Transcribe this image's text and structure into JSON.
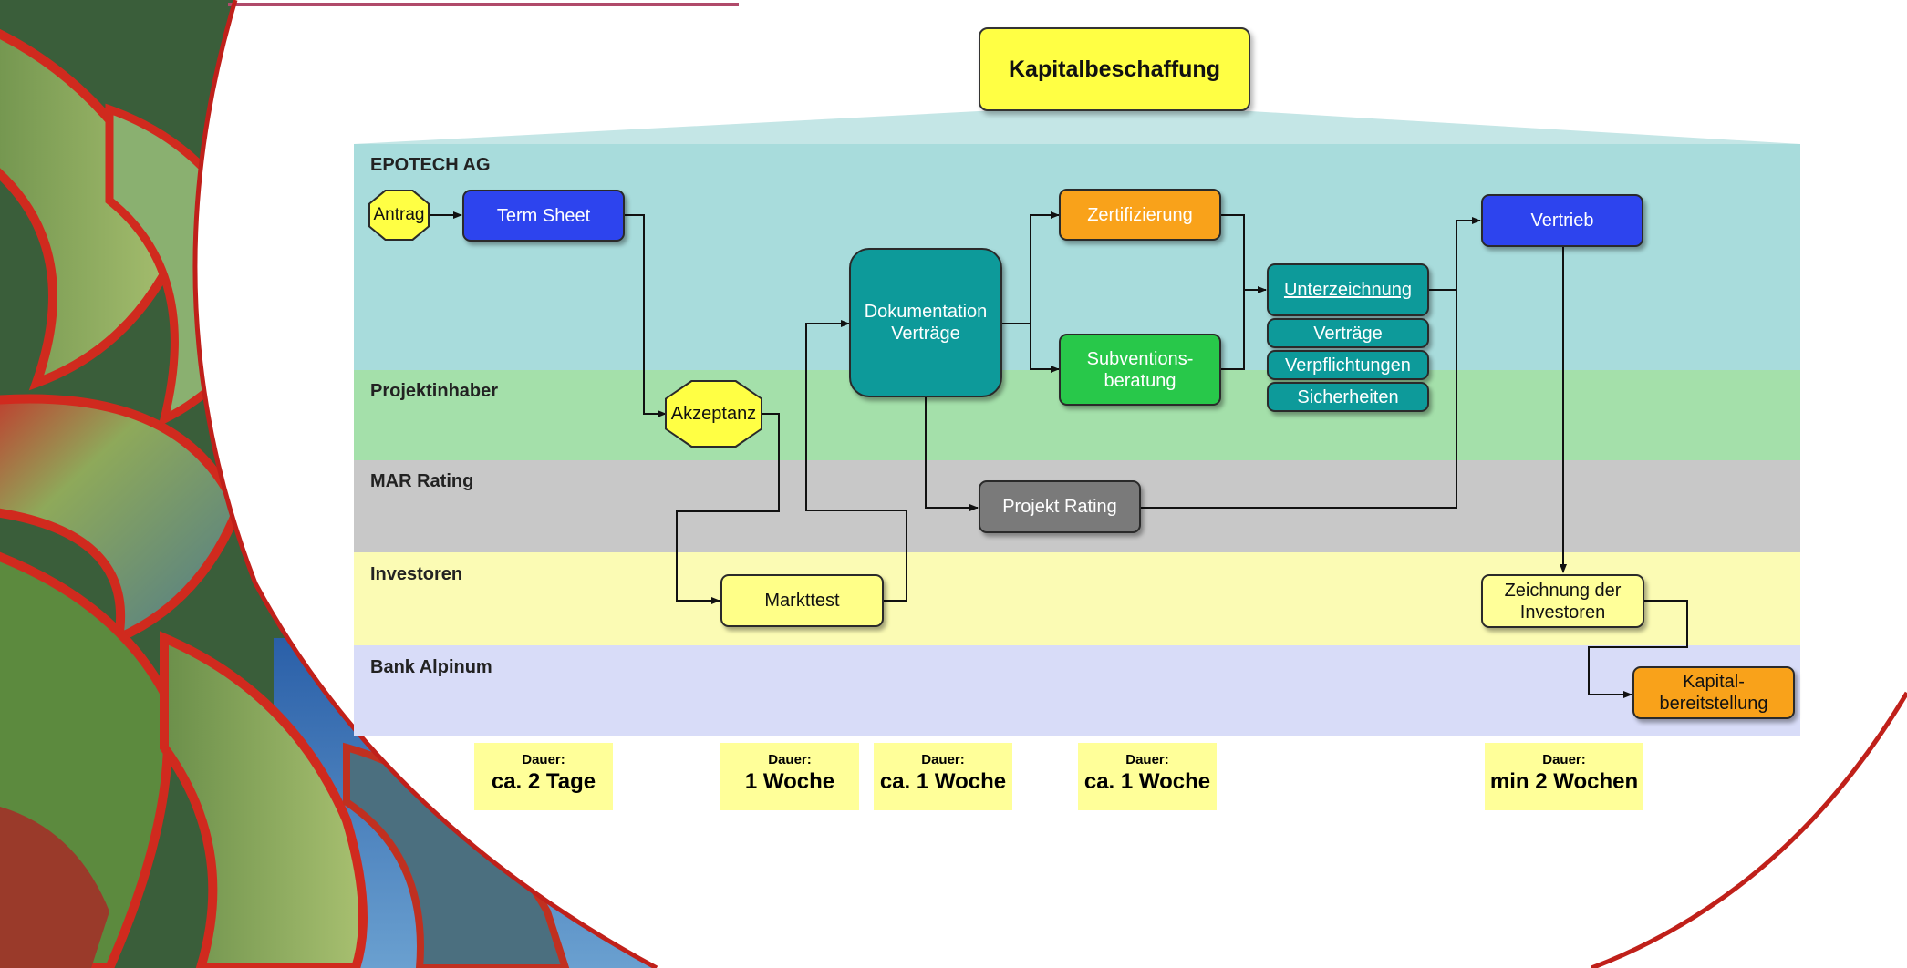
{
  "title": "Kapitalbeschaffung",
  "lanes": [
    {
      "label": "EPOTECH AG",
      "color": "#a8dcdc"
    },
    {
      "label": "Projektinhaber",
      "color": "#a4e0aa"
    },
    {
      "label": "MAR Rating",
      "color": "#c8c8c8"
    },
    {
      "label": "Investoren",
      "color": "#fbfbb4"
    },
    {
      "label": "Bank Alpinum",
      "color": "#d8dcf8"
    }
  ],
  "nodes": {
    "antrag": "Antrag",
    "term_sheet": "Term Sheet",
    "akzeptanz": "Akzeptanz",
    "dokumentation": "Dokumentation Verträge",
    "zertifizierung": "Zertifizierung",
    "subventionsberatung": "Subventions-beratung",
    "unterzeichnung": "Unterzeichnung",
    "vertraege": "Verträge",
    "verpflichtungen": "Verpflichtungen",
    "sicherheiten": "Sicherheiten",
    "vertrieb": "Vertrieb",
    "projekt_rating": "Projekt Rating",
    "markttest": "Markttest",
    "zeichnung": "Zeichnung der Investoren",
    "kapital": "Kapital-bereitstellung"
  },
  "durations": [
    {
      "label": "Dauer:",
      "value": "ca. 2 Tage"
    },
    {
      "label": "Dauer:",
      "value": "1 Woche"
    },
    {
      "label": "Dauer:",
      "value": "ca. 1 Woche"
    },
    {
      "label": "Dauer:",
      "value": "ca. 1 Woche"
    },
    {
      "label": "Dauer:",
      "value": "min 2 Wochen"
    }
  ],
  "colors": {
    "blue": "#2d44ee",
    "teal": "#0d9a9a",
    "orange": "#f9a21a",
    "green": "#28c84a",
    "gray": "#7a7a7a",
    "yellow": "#ffff44",
    "frame_red": "#c0201a"
  }
}
